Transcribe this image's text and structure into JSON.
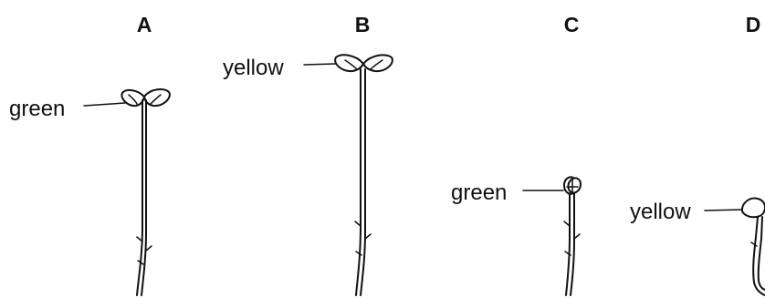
{
  "seedlings": [
    {
      "letter": "A",
      "cotyledon_label": "green"
    },
    {
      "letter": "B",
      "cotyledon_label": "yellow"
    },
    {
      "letter": "C",
      "cotyledon_label": "green"
    },
    {
      "letter": "D",
      "cotyledon_label": "yellow"
    }
  ],
  "colors": {
    "ink": "#111111",
    "background": "#ffffff"
  }
}
